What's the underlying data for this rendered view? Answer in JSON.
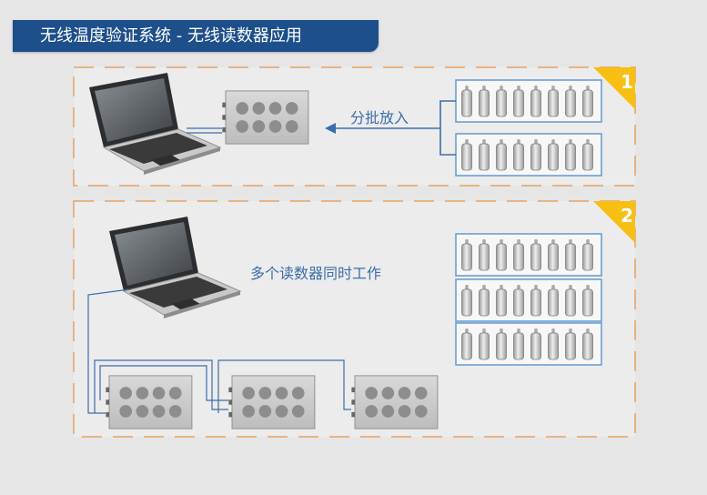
{
  "title": "无线温度验证系统 - 无线读数器应用",
  "panel1": {
    "badge": "1",
    "label": "分批放入"
  },
  "panel2": {
    "badge": "2",
    "label": "多个读数器同时工作"
  },
  "colors": {
    "banner": "#1d4f8a",
    "dash": "#e6a264",
    "badge": "#f7bf12",
    "line": "#3b6ea8",
    "text": "#3b6ea8"
  }
}
